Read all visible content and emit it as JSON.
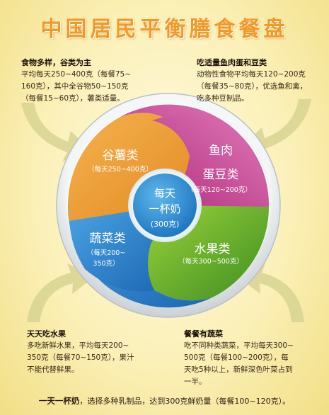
{
  "title": "中国居民平衡膳食餐盘",
  "plate": {
    "grains": {
      "name": "谷薯类",
      "amount": "（每天250~400克）",
      "color": "#ef9f3a"
    },
    "protein": {
      "name_line1": "鱼肉",
      "name_line2": "蛋豆类",
      "amount": "（每天120~200克）",
      "color": "#c8489a"
    },
    "fruit": {
      "name": "水果类",
      "amount": "（每天300~500克）",
      "color": "#6fb52c"
    },
    "veg": {
      "name": "蔬菜类",
      "amount_line1": "（每天200~",
      "amount_line2": "350克）",
      "color": "#2f86cf"
    },
    "milk": {
      "line1": "每天",
      "line2": "一杯奶",
      "line3": "(300克)",
      "color": "#2b8ed2"
    }
  },
  "notes": {
    "top_left": {
      "heading": "食物多样，谷类为主",
      "lines": [
        "平均每天250~400克（每餐75~",
        "160克），其中全谷物50~150克",
        "（每餐15~60克），薯类适量。"
      ]
    },
    "top_right": {
      "heading": "吃适量鱼肉蛋和豆类",
      "lines": [
        "动物性食物平均每天120~200克",
        "（每餐35~80克），优选鱼和禽，",
        "吃多种豆制品。"
      ]
    },
    "bottom_left": {
      "heading": "天天吃水果",
      "lines": [
        "多吃新鲜水果，平均每天200~",
        "350克（每餐70~150克），果汁",
        "不能代替鲜果。"
      ]
    },
    "bottom_right": {
      "heading": "餐餐有蔬菜",
      "lines": [
        "吃不同种类蔬菜，平均每天300~",
        "500克（每餐100~200克），每",
        "天吃5种以上，新鲜深色叶菜占到",
        "一半。"
      ]
    }
  },
  "footer": {
    "bold": "一天一杯奶",
    "text": "，选择多种乳制品，达到300克鲜奶量（每餐100~120克）。"
  }
}
